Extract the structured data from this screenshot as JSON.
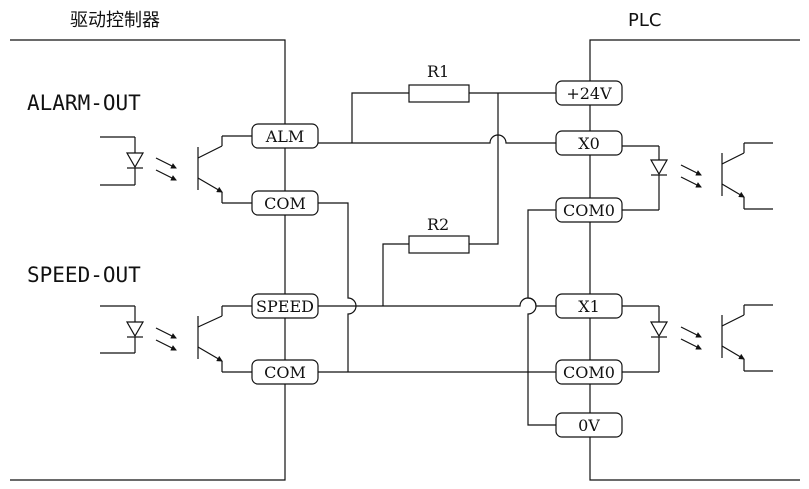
{
  "headers": {
    "left": "驱动控制器",
    "right": "PLC"
  },
  "signals": {
    "alarm_out": "ALARM-OUT",
    "speed_out": "SPEED-OUT"
  },
  "driver_terminals": {
    "alm": "ALM",
    "com1": "COM",
    "speed": "SPEED",
    "com2": "COM"
  },
  "plc_terminals": {
    "v24": "+24V",
    "x0": "X0",
    "com0_1": "COM0",
    "x1": "X1",
    "com0_2": "COM0",
    "ov": "0V"
  },
  "resistors": {
    "r1": "R1",
    "r2": "R2"
  }
}
